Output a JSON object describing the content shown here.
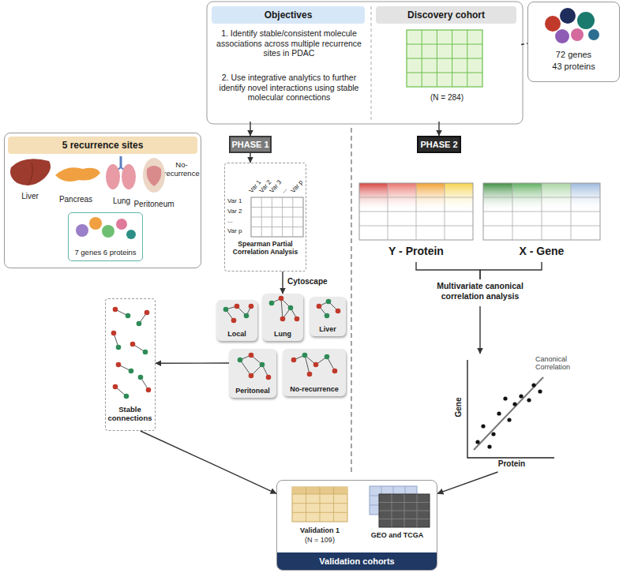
{
  "diagram": {
    "nodes": [
      {
        "text": [
          "Objectives",
          "1. Identify stable/consistent molecule associations across multiple recurrence sites in PDAC",
          "2. Use integrative analytics to further identify novel interactions using stable molecular connections"
        ]
      },
      {
        "text": [
          "Discovery cohort",
          "(N = 284)"
        ]
      },
      {
        "text": [
          "72 genes",
          "43 proteins"
        ]
      },
      {
        "text": [
          "5 recurrence sites",
          "Liver",
          "Pancreas",
          "Lung",
          "Peritoneum",
          "No-recurrence"
        ]
      },
      {
        "text": [
          "7 genes 6 proteins"
        ],
        "in": 3
      },
      {
        "text": [
          "PHASE 1"
        ]
      },
      {
        "text": [
          "PHASE 2"
        ]
      },
      {
        "text": [
          "Var 1",
          "Var 2",
          "Var 3",
          "...",
          "Var p",
          "Var 1",
          "Var 2",
          "...",
          "Var p",
          "Spearman Partial Correlation Analysis"
        ]
      },
      {
        "text": [
          "Local"
        ]
      },
      {
        "text": [
          "Lung"
        ]
      },
      {
        "text": [
          "Liver"
        ]
      },
      {
        "text": [
          "Peritoneal"
        ]
      },
      {
        "text": [
          "No-recurrence"
        ]
      },
      {
        "text": [
          "Stable connections"
        ]
      },
      {
        "text": [
          "Y - Protein"
        ]
      },
      {
        "text": [
          "X - Gene"
        ]
      },
      {
        "text": [
          "Multivariate canonical correlation analysis"
        ]
      },
      {
        "text": [
          "Canonical Correlation",
          "Gene",
          "Protein"
        ]
      },
      {
        "text": [
          "Validation cohorts"
        ]
      },
      {
        "text": [
          "Validation 1",
          "(N = 109)"
        ],
        "in": 18
      },
      {
        "text": [
          "GEO and TCGA"
        ],
        "in": 18
      }
    ],
    "edges": [
      {
        "from": 0,
        "to": 5,
        "arrow": "to"
      },
      {
        "from": 1,
        "to": 6,
        "arrow": "to"
      },
      {
        "from": 1,
        "to": 2,
        "arrow": "none"
      },
      {
        "from": 5,
        "to": 7,
        "arrow": "to"
      },
      {
        "from": 7,
        "to": 9,
        "arrow": "to",
        "label": "Cytoscape"
      },
      {
        "from": 11,
        "to": 13,
        "arrow": "to"
      },
      {
        "from": 14,
        "to": 16,
        "arrow": "none"
      },
      {
        "from": 15,
        "to": 16,
        "arrow": "none"
      },
      {
        "from": 16,
        "to": 17,
        "arrow": "to"
      },
      {
        "from": 13,
        "to": 18,
        "arrow": "to"
      },
      {
        "from": 17,
        "to": 18,
        "arrow": "to"
      }
    ]
  }
}
